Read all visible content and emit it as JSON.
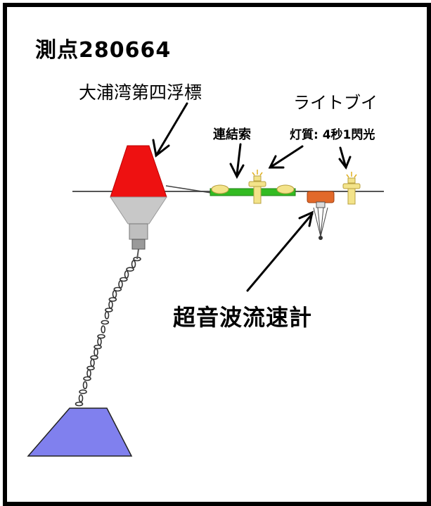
{
  "title": "測点280664",
  "labels": {
    "buoy_name": "大浦湾第四浮標",
    "light_buoy": "ライトブイ",
    "link_rope": "連結索",
    "light_character": "灯質: 4秒1閃光",
    "adcp": "超音波流速計"
  },
  "colors": {
    "buoy_top": "#ee1111",
    "buoy_bottom": "#c8c8c8",
    "anchor": "#8080ee",
    "link_float": "#33bb22",
    "light_body": "#f3e38a",
    "adcp_body": "#e2692a"
  }
}
